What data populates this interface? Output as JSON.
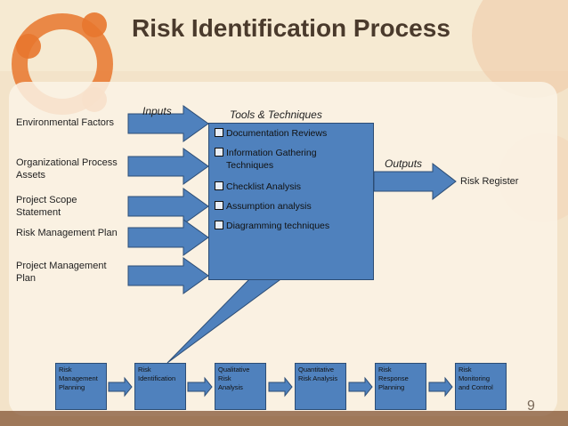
{
  "title": "Risk Identification Process",
  "page_number": "9",
  "headers": {
    "inputs": "Inputs",
    "tools": "Tools & Techniques",
    "outputs": "Outputs"
  },
  "inputs": [
    {
      "line1": "Environmental Factors",
      "line2": ""
    },
    {
      "line1": "Organizational Process",
      "line2": "Assets"
    },
    {
      "line1": "Project Scope",
      "line2": "Statement"
    },
    {
      "line1": "Risk Management Plan",
      "line2": ""
    },
    {
      "line1": "Project Management",
      "line2": "Plan"
    }
  ],
  "tools": [
    {
      "line1": "Documentation Reviews",
      "line2": ""
    },
    {
      "line1": "Information Gathering",
      "line2": "Techniques"
    },
    {
      "line1": "Checklist Analysis",
      "line2": ""
    },
    {
      "line1": "Assumption analysis",
      "line2": ""
    },
    {
      "line1": "Diagramming techniques",
      "line2": ""
    }
  ],
  "output": "Risk Register",
  "steps": [
    {
      "line1": "Risk",
      "line2": "Management",
      "line3": "Planning"
    },
    {
      "line1": "Risk",
      "line2": "Identification",
      "line3": ""
    },
    {
      "line1": "Qualitative Risk",
      "line2": "Analysis",
      "line3": ""
    },
    {
      "line1": "Quantitative",
      "line2": "Risk Analysis",
      "line3": ""
    },
    {
      "line1": "Risk Response",
      "line2": "Planning",
      "line3": ""
    },
    {
      "line1": "Risk",
      "line2": "Monitoring",
      "line3": "and Control"
    }
  ],
  "colors": {
    "box": "#4f81bd",
    "title": "#4a3a2c",
    "logo": "#e8772e"
  }
}
